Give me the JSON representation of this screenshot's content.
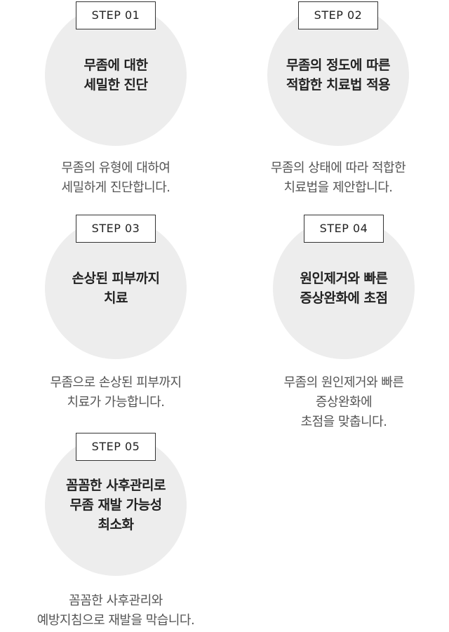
{
  "steps": [
    {
      "badge": "STEP 01",
      "title": "무좀에 대한\n세밀한 진단",
      "description": "무좀의 유형에 대하여\n세밀하게 진단합니다."
    },
    {
      "badge": "STEP 02",
      "title": "무좀의 정도에 따른\n적합한 치료법 적용",
      "description": "무좀의 상태에 따라 적합한\n치료법을 제안합니다."
    },
    {
      "badge": "STEP 03",
      "title": "손상된 피부까지\n치료",
      "description": "무좀으로 손상된 피부까지\n치료가 가능합니다."
    },
    {
      "badge": "STEP 04",
      "title": "원인제거와 빠른\n증상완화에 초점",
      "description": "무좀의 원인제거와 빠른\n증상완화에\n초점을 맞춥니다."
    },
    {
      "badge": "STEP 05",
      "title": "꼼꼼한 사후관리로\n무좀 재발 가능성\n최소화",
      "description": "꼼꼼한 사후관리와\n예방지침으로 재발을 막습니다."
    }
  ]
}
